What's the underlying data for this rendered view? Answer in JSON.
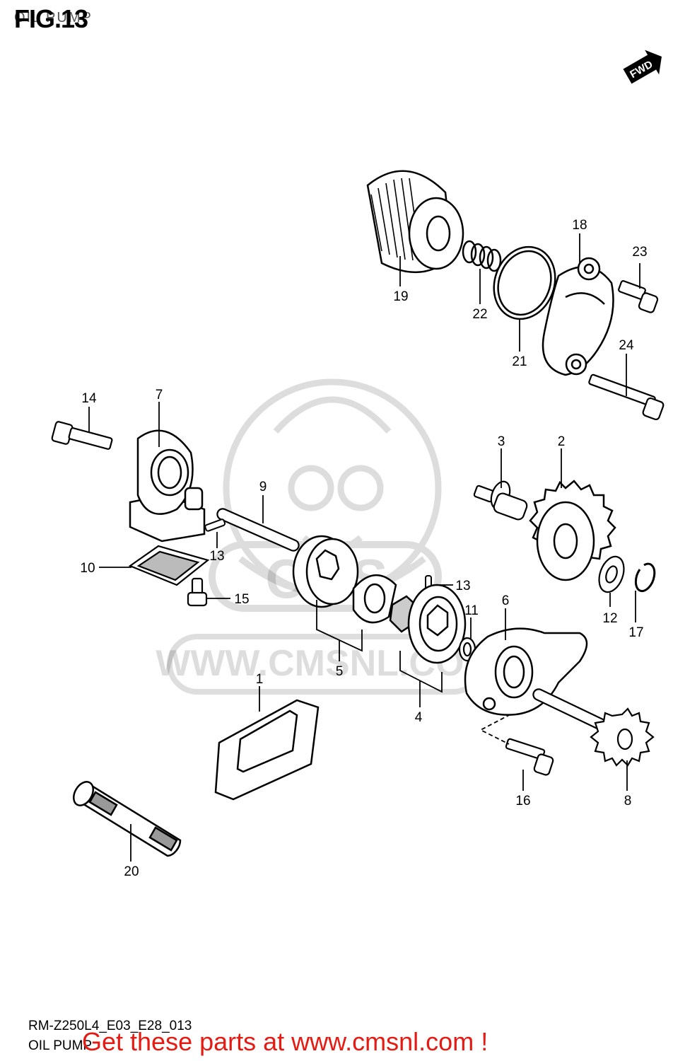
{
  "figure": {
    "title": "FIG.13",
    "subtitle": "OIL PUMP",
    "code": "RM-Z250L4_E03_E28_013",
    "caption": "OIL PUMP",
    "direction_badge": "FWD"
  },
  "watermark": {
    "text": "WWW.CMSNL.COM",
    "logo_text": "CMS"
  },
  "promo": {
    "text": "Get these parts at www.cmsnl.com !",
    "color": "#e41b12"
  },
  "callouts": [
    "1",
    "2",
    "3",
    "4",
    "5",
    "6",
    "7",
    "8",
    "9",
    "10",
    "11",
    "12",
    "13",
    "13",
    "14",
    "15",
    "16",
    "17",
    "18",
    "19",
    "20",
    "21",
    "22",
    "23",
    "24"
  ]
}
